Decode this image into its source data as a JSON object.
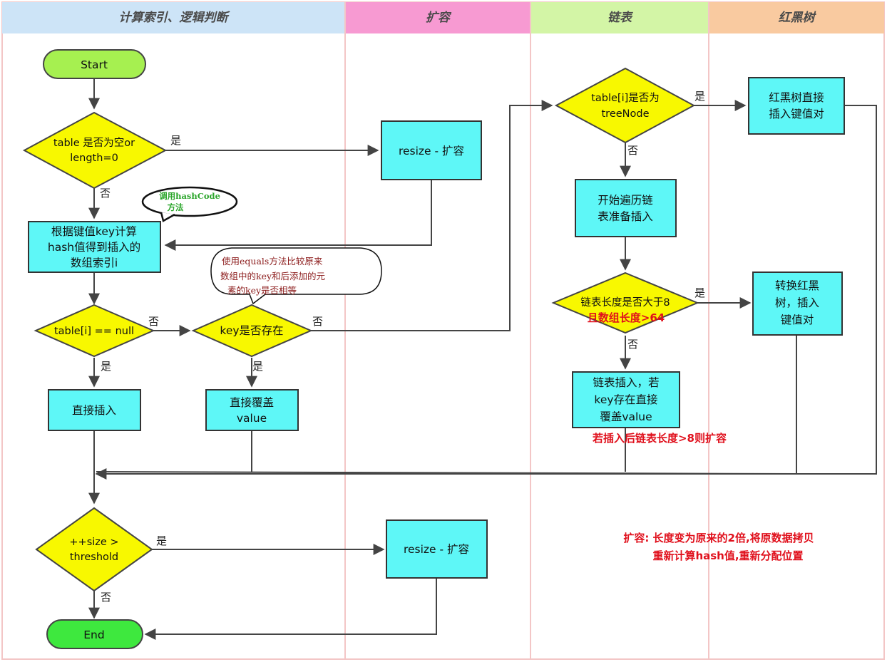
{
  "lanes": [
    {
      "title": "计算索引、逻辑判断",
      "color": "#cde4f7"
    },
    {
      "title": "扩容",
      "color": "#f79ad2"
    },
    {
      "title": "链表",
      "color": "#d3f5a6"
    },
    {
      "title": "红黑树",
      "color": "#f9caa0"
    }
  ],
  "nodes": {
    "start": "Start",
    "table_empty": [
      "table 是否为空or",
      "length=0"
    ],
    "resize1": "resize - 扩容",
    "compute_index": [
      "根据键值key计算",
      "hash值得到插入的",
      "数组索引i"
    ],
    "table_i_null": "table[i] == null",
    "key_exists": "key是否存在",
    "direct_insert": "直接插入",
    "overwrite": [
      "直接覆盖",
      "value"
    ],
    "is_treenode": [
      "table[i]是否为",
      "treeNode"
    ],
    "tree_insert": [
      "红黑树直接",
      "插入键值对"
    ],
    "traverse": [
      "开始遍历链",
      "表准备插入"
    ],
    "list_len": "链表长度是否大于8",
    "convert_tree": [
      "转换红黑",
      "树，插入",
      "键值对"
    ],
    "list_insert": [
      "链表插入，若",
      "key存在直接",
      "覆盖value"
    ],
    "size_check": [
      "++size >",
      "threshold"
    ],
    "resize2": "resize - 扩容",
    "end": "End"
  },
  "labels": {
    "yes": "是",
    "no": "否"
  },
  "notes": {
    "hashcode_callout": [
      "调用hashCode",
      "方法"
    ],
    "equals_callout": [
      "使用equals方法比较原来",
      "数组中的key和后添加的元",
      "素的key是否相等"
    ],
    "array_len": "且数组长度>64",
    "after_insert": "若插入后链表长度>8则扩容",
    "resize_desc": [
      "扩容: 长度变为原来的2倍,将原数据拷贝",
      "重新计算hash值,重新分配位置"
    ]
  },
  "colors": {
    "box_fill": "#5ef7f7",
    "diamond_fill": "#f8f800",
    "terminal_fill": "#a6f050",
    "end_fill": "#3ee83e",
    "note_red": "#e0101c"
  }
}
